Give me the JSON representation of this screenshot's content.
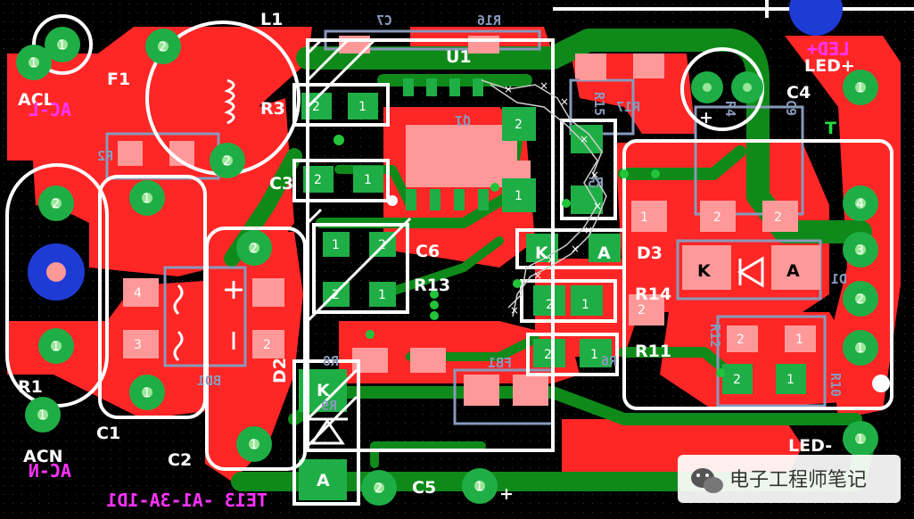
{
  "colors": {
    "background": "#000000",
    "copper_top": "#ff2626",
    "copper_bottom": "#0f8a1a",
    "pad_top": "#ff9999",
    "pad_smd": "#1fae45",
    "silkscreen": "#ffffff",
    "bottom_overlay": "#8899bb",
    "bottom_text": "#ff33ff",
    "via": "#22c43a"
  },
  "labels": {
    "l1": "L1",
    "c7": "C7",
    "r16": "R16",
    "u1": "U1",
    "f1": "F1",
    "acl": "ACL",
    "ac_l": "AC-L",
    "r2": "R2",
    "r3": "R3",
    "c3": "C3",
    "c6": "C6",
    "r13": "R13",
    "q1": "Q1",
    "r15": "R15",
    "r17": "R17",
    "r5": "R5",
    "r4": "R4",
    "c9": "C9",
    "c4": "C4",
    "led_plus": "LED+",
    "led_plus_bottom": "LED+",
    "t": "T",
    "d3": "D3",
    "d1": "D1",
    "r14": "R14",
    "r12": "R12",
    "r11": "R11",
    "r10": "R10",
    "r6": "R6",
    "fb1": "FB1",
    "r8": "R8",
    "r9": "R9",
    "d2": "D2",
    "r1": "R1",
    "c1": "C1",
    "c2": "C2",
    "c5": "C5",
    "bd1": "BD1",
    "acn": "ACN",
    "ac_n": "AC-N",
    "led_minus": "LED-",
    "board_id": "TE13 -A1-3A-1D1",
    "k": "K",
    "a": "A",
    "plus": "+"
  },
  "pad_numbers": {
    "one": "1",
    "two": "2",
    "three": "3",
    "four": "4"
  },
  "watermark": {
    "text": "电子工程师笔记",
    "icon": "wechat-icon"
  }
}
